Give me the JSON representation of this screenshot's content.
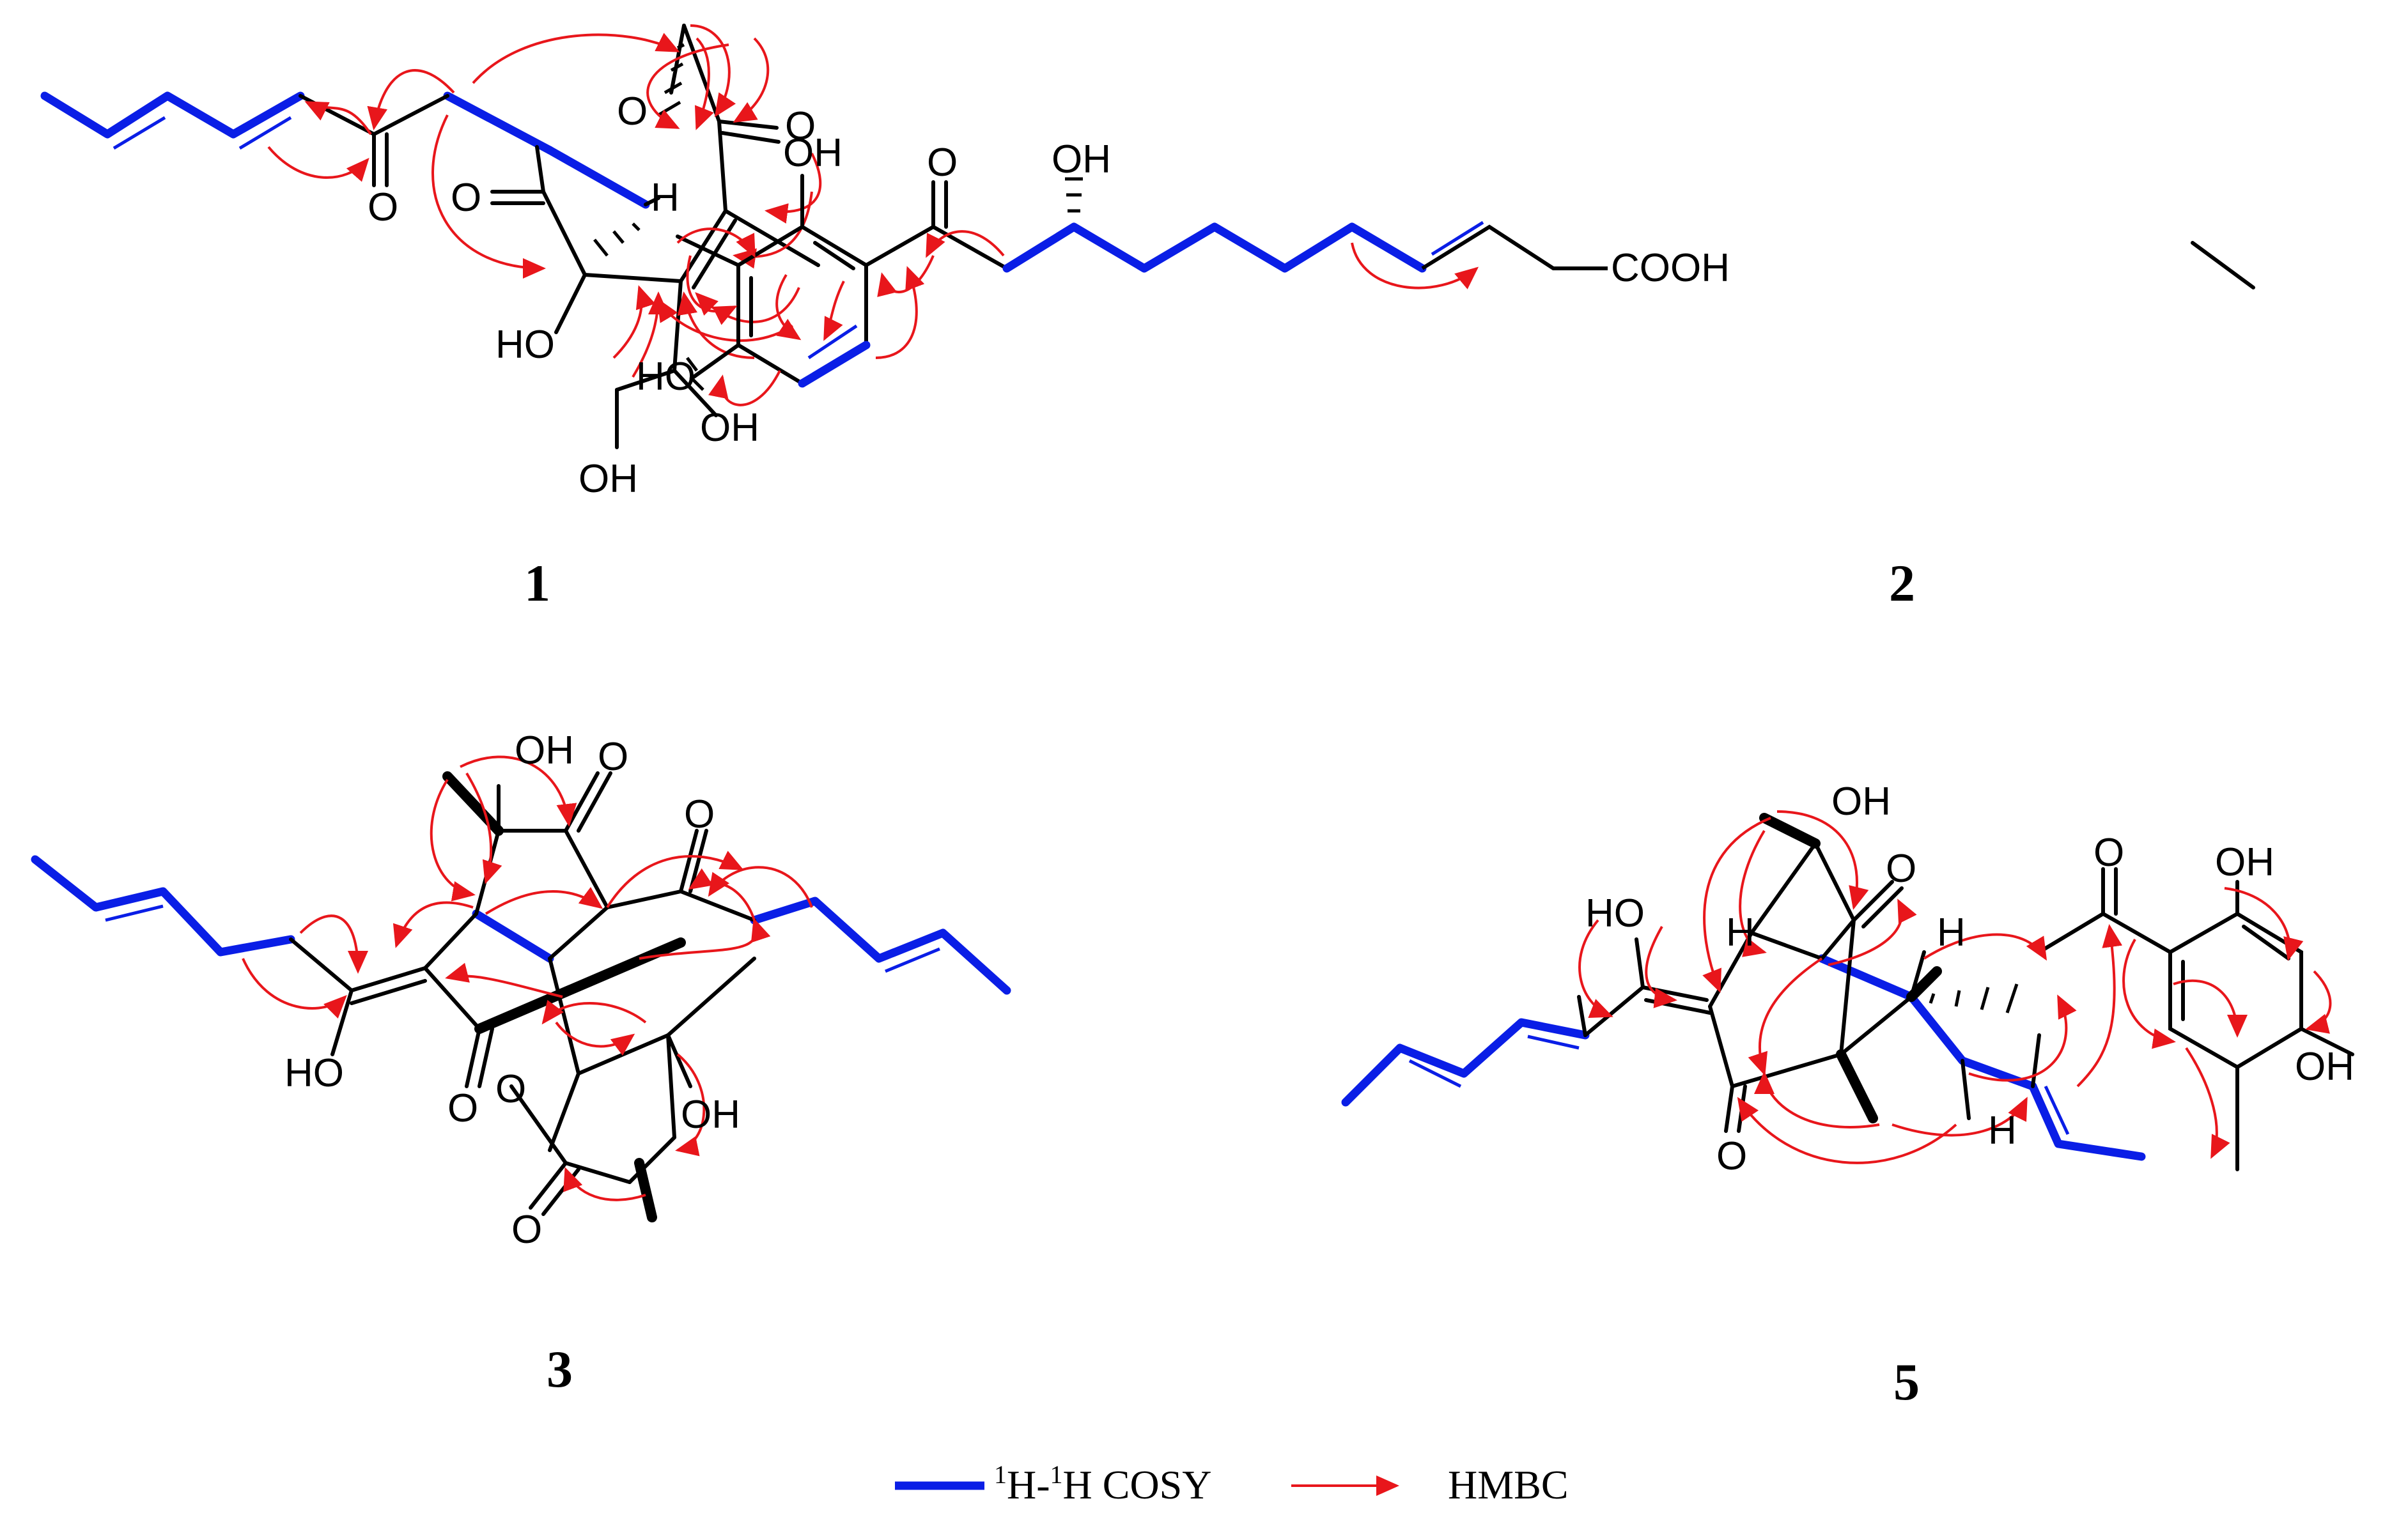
{
  "compounds": [
    {
      "number": "1"
    },
    {
      "number": "2"
    },
    {
      "number": "3"
    },
    {
      "number": "5"
    }
  ],
  "atom_labels": {
    "oh": "OH",
    "ho": "HO",
    "o": "O",
    "h": "H",
    "cooh": "COOH"
  },
  "legend": {
    "cosy_sup1": "1",
    "cosy_mid": "H-",
    "cosy_sup2": "1",
    "cosy_end": "H COSY",
    "hmbc": "HMBC"
  },
  "colors": {
    "cosy": "#0a1ee6",
    "hmbc": "#e8161b",
    "bond": "#000000",
    "background": "#ffffff"
  }
}
